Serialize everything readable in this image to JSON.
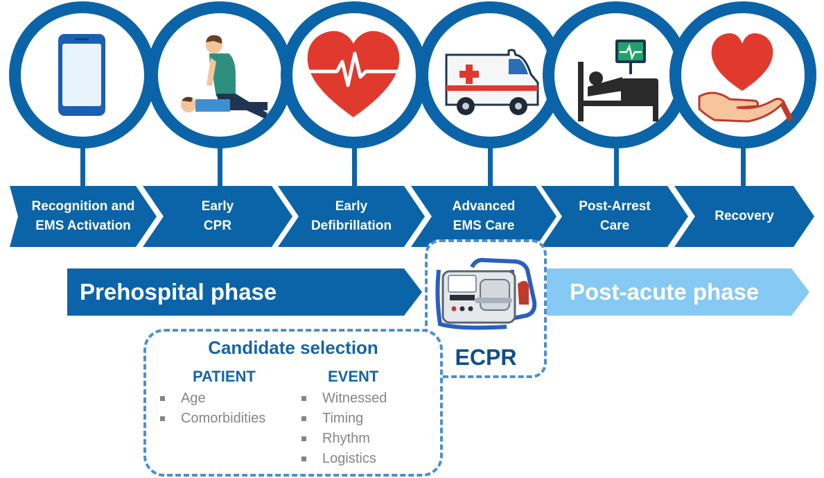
{
  "chain_of_survival": {
    "links": [
      {
        "label": "Recognition and\nEMS Activation",
        "icon": "smartphone-icon"
      },
      {
        "label": "Early\nCPR",
        "icon": "cpr-icon"
      },
      {
        "label": "Early\nDefibrillation",
        "icon": "heartbeat-icon"
      },
      {
        "label": "Advanced\nEMS Care",
        "icon": "ambulance-icon"
      },
      {
        "label": "Post-Arrest\nCare",
        "icon": "hospital-bed-icon"
      },
      {
        "label": "Recovery",
        "icon": "heart-in-hand-icon"
      }
    ]
  },
  "phases": {
    "prehospital": "Prehospital phase",
    "post_acute": "Post-acute phase"
  },
  "ecpr": {
    "label": "ECPR",
    "icon": "ecmo-machine-icon"
  },
  "candidate_selection": {
    "title": "Candidate selection",
    "patient": {
      "heading": "PATIENT",
      "criteria": [
        "Age",
        "Comorbidities"
      ]
    },
    "event": {
      "heading": "EVENT",
      "criteria": [
        "Witnessed",
        "Timing",
        "Rhythm",
        "Logistics"
      ]
    }
  },
  "colors": {
    "primary_blue": "#0b64a8",
    "light_blue": "#86c9f2",
    "dashed_border": "#4a8fd0",
    "heart_red": "#e03a2f",
    "bullet_gray": "#858585"
  }
}
